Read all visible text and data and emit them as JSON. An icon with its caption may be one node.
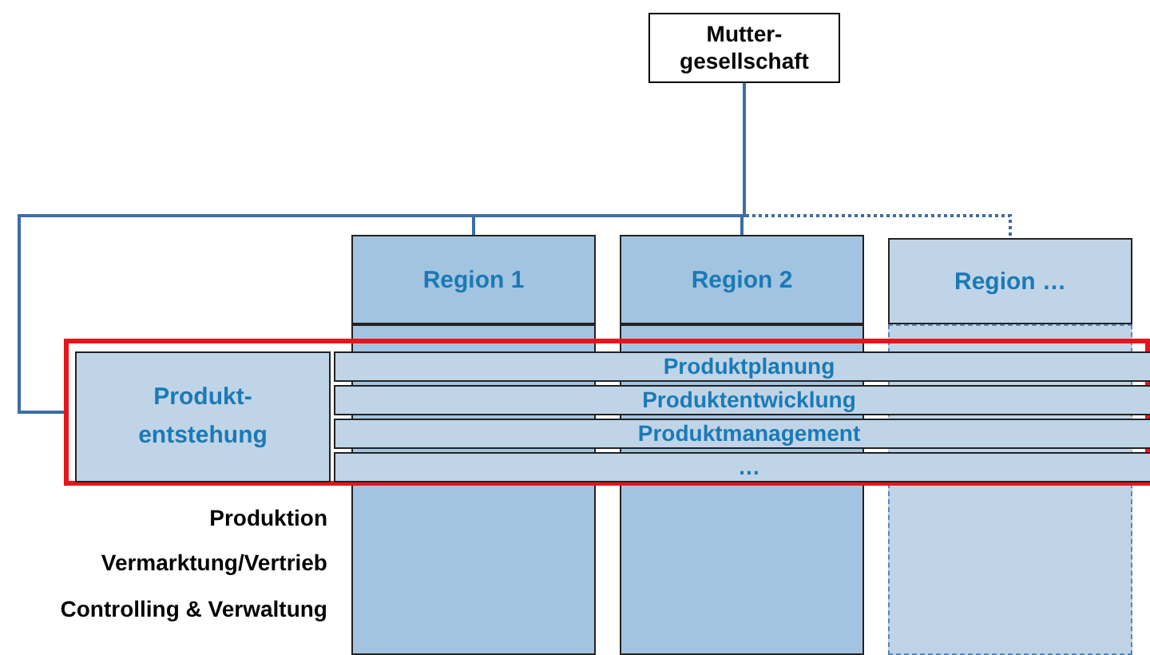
{
  "diagram": {
    "nodes": [
      {
        "text": [
          "Mutter- gesellschaft"
        ]
      },
      {
        "text": [
          "Region 1"
        ]
      },
      {
        "text": [
          "Region 2"
        ]
      },
      {
        "text": [
          "Region …"
        ]
      },
      {
        "text": [],
        "shape": "box"
      },
      {
        "text": [
          "Produkt- entstehung"
        ],
        "in": 4
      },
      {
        "text": [
          "Produktplanung"
        ],
        "in": 4
      },
      {
        "text": [
          "Produktentwicklung"
        ],
        "in": 4
      },
      {
        "text": [
          "Produktmanagement"
        ],
        "in": 4
      },
      {
        "text": [
          "…"
        ],
        "in": 4
      },
      {
        "text": [],
        "shape": "bar"
      },
      {
        "text": [],
        "shape": "bar"
      },
      {
        "text": [],
        "shape": "bar"
      }
    ],
    "edges": [
      {
        "from": 0,
        "to": 1,
        "arrow": "none"
      },
      {
        "from": 0,
        "to": 2,
        "arrow": "none"
      },
      {
        "from": 0,
        "to": 3,
        "arrow": "none",
        "style": "dashed"
      },
      {
        "from": 0,
        "to": 4,
        "arrow": "none"
      }
    ],
    "labels": [
      "Produktion",
      "Vermarktung/Vertrieb",
      "Controlling & Verwaltung"
    ]
  }
}
